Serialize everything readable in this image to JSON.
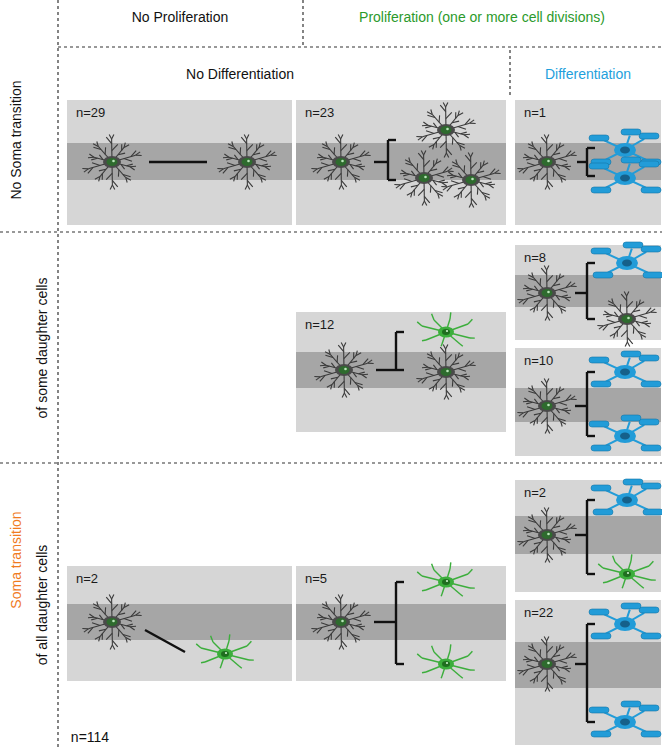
{
  "diagram": {
    "nodes": [
      {
        "text": [
          "n=29"
        ]
      },
      {
        "text": [
          "n=23"
        ]
      },
      {
        "text": [
          "n=1"
        ]
      },
      {
        "text": [
          "n=12"
        ]
      },
      {
        "text": [
          "n=8"
        ]
      },
      {
        "text": [
          "n=10"
        ]
      },
      {
        "text": [
          "n=2"
        ]
      },
      {
        "text": [
          "n=5"
        ]
      },
      {
        "text": [
          "n=2"
        ]
      },
      {
        "text": [
          "n=22"
        ]
      }
    ],
    "labels": [
      "No Proliferation",
      "Proliferation (one or more cell divisions)",
      "No Differentiation",
      "Differentiation",
      "No Soma transition",
      "Soma transition",
      "of some daughter cells",
      "of all daughter cells",
      "n=114"
    ]
  }
}
